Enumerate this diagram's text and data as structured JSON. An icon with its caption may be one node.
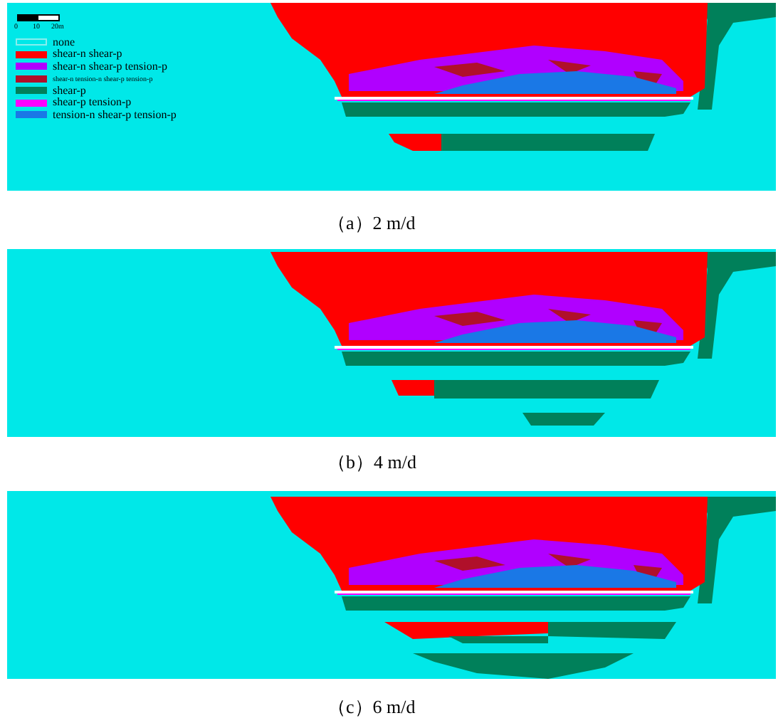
{
  "diagram": {
    "labels": [
      "0",
      "10",
      "20m",
      "（a）2 m/d",
      "（b）4 m/d",
      "（c）6 m/d"
    ],
    "legend": [
      {
        "text": "none",
        "color": "#00e8e8"
      },
      {
        "text": "shear-n shear-p",
        "color": "#ff0000"
      },
      {
        "text": "shear-n shear-p tension-p",
        "color": "#b000ff"
      },
      {
        "text": "shear-n tension-n shear-p tension-p",
        "color": "#b0102a"
      },
      {
        "text": "shear-p",
        "color": "#00805a"
      },
      {
        "text": "shear-p tension-p",
        "color": "#ff00ff"
      },
      {
        "text": "tension-n shear-p tension-p",
        "color": "#1a78e6"
      }
    ]
  }
}
